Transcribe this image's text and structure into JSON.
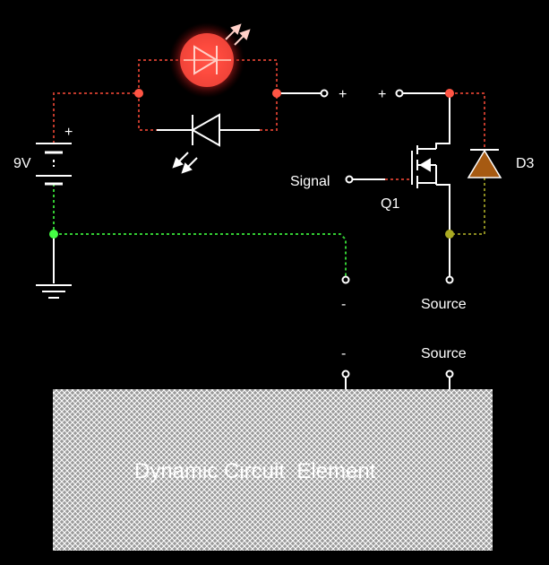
{
  "labels": {
    "battery": "9V",
    "battery_plus": "+",
    "terminal_plus_left": "+",
    "terminal_plus_right": "+",
    "signal": "Signal",
    "transistor": "Q1",
    "diode": "D3",
    "source_top": "Source",
    "source_bottom": "Source",
    "minus_top": "-",
    "minus_bottom": "-",
    "dynamic_element": "Dynamic Circuit  Element"
  },
  "colors": {
    "background": "#000000",
    "wire_white": "#ffffff",
    "wire_red": "#c0392b",
    "wire_green": "#33cc33",
    "wire_olive": "#8a8a20",
    "node_red": "#ff5544",
    "node_green": "#44ff44",
    "node_olive": "#aaaa22",
    "led_glow": "#ff4444",
    "diode_fill": "#a65a12",
    "hatch_box": "#b0b0b0"
  },
  "icons": {
    "led": "led-lit-icon",
    "photodiode": "photodiode-icon",
    "battery": "battery-icon",
    "ground": "ground-icon",
    "mosfet": "mosfet-icon",
    "diode": "diode-icon"
  }
}
